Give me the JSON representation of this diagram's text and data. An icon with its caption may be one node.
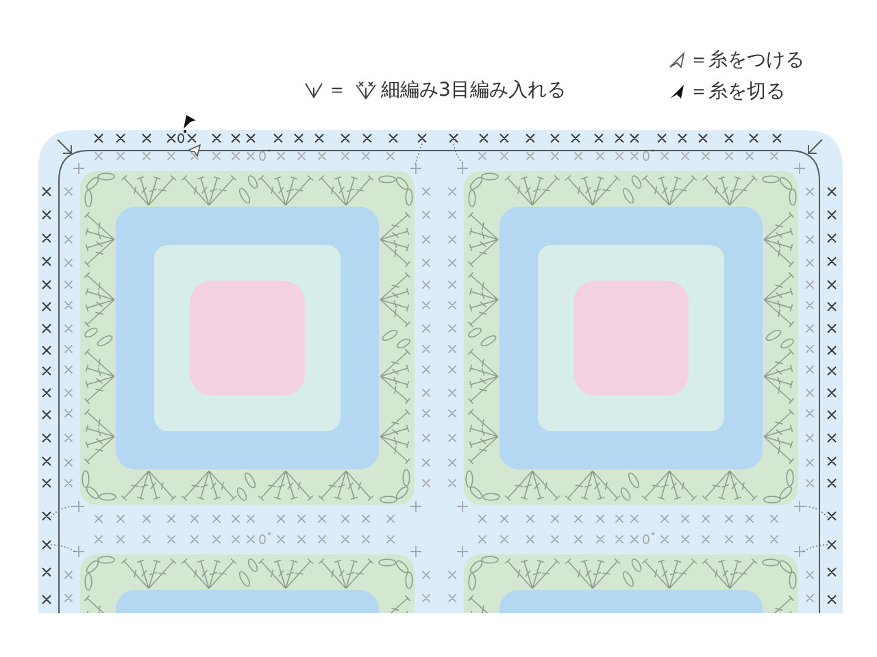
{
  "diagram": {
    "legend": [
      {
        "text": "＝ 細編み3目編み入れる"
      },
      {
        "text": "＝糸をつける"
      },
      {
        "text": "＝糸を切る"
      }
    ]
  }
}
